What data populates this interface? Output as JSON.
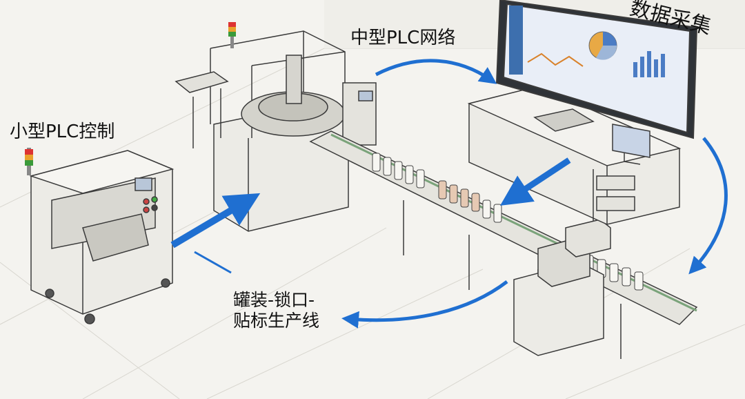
{
  "labels": {
    "small_plc": "小型PLC控制",
    "mid_plc": "中型PLC网络",
    "data_collect": "数据采集",
    "line_1": "罐装-锁口-",
    "line_2": "贴标生产线"
  },
  "colors": {
    "arrow": "#1f6fd1",
    "paper": "#f4f3ef",
    "ink": "#3a3a3a",
    "screen": "#e9eef7"
  },
  "icons": [
    "signal-tower-icon",
    "arrow-icon",
    "pie-chart-icon",
    "bar-chart-icon"
  ]
}
